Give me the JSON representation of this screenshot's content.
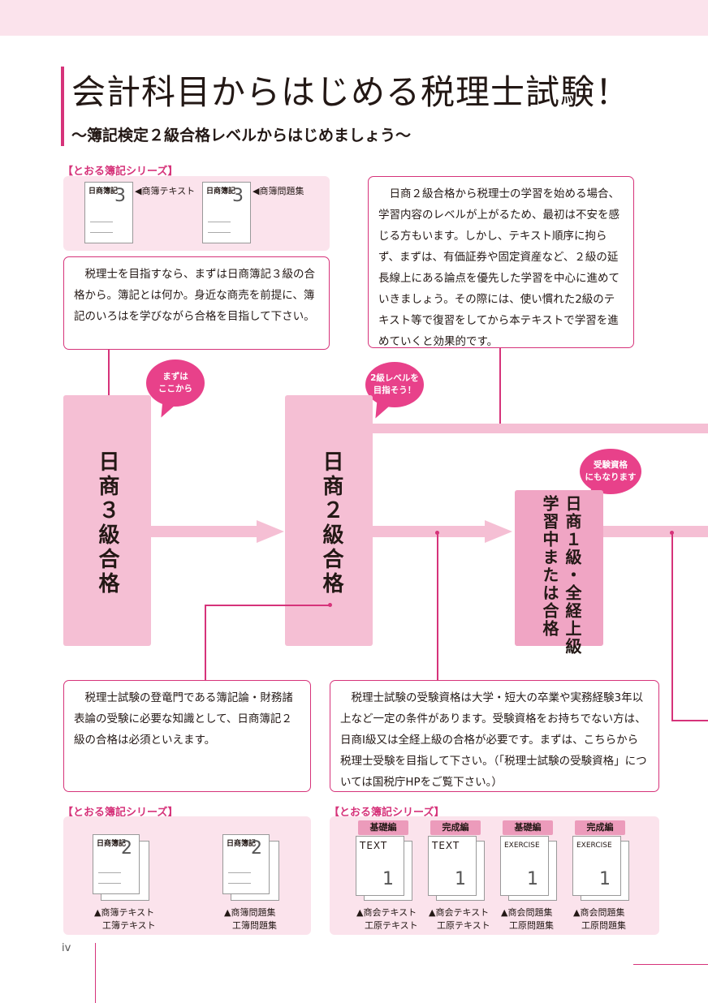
{
  "header": {
    "title": "会計科目からはじめる税理士試験！",
    "subtitle": "〜簿記検定２級合格レベルからはじめましょう〜"
  },
  "series_label": "【とおる簿記シリーズ】",
  "top_books": [
    {
      "cover_title": "日商簿記",
      "cover_grade": "3",
      "caption": "◀商簿テキスト"
    },
    {
      "cover_title": "日商簿記",
      "cover_grade": "3",
      "caption": "◀商簿問題集"
    }
  ],
  "text_boxes": {
    "grade3": "税理士を目指すなら、まずは日商簿記３級の合格から。簿記とは何か。身近な商売を前提に、簿記のいろはを学びながら合格を目指して下さい。",
    "grade2_start": "日商２級合格から税理士の学習を始める場合、学習内容のレベルが上がるため、最初は不安を感じる方もいます。しかし、テキスト順序に拘らず、まずは、有価証券や固定資産など、２級の延長線上にある論点を優先した学習を中心に進めていきましょう。その際には、使い慣れた2級のテキスト等で復習をしてから本テキストで学習を進めていくと効果的です。",
    "gateway": "税理士試験の登竜門である簿記論・財務諸表論の受験に必要な知識として、日商簿記２級の合格は必須といえます。",
    "eligibility": "税理士試験の受験資格は大学・短大の卒業や実務経験3年以上など一定の条件があります。受験資格をお持ちでない方は、日商Ⅰ級又は全経上級の合格が必要です。まずは、こちらから税理士受験を目指して下さい。（「税理士試験の受験資格」については国税庁HPをご覧下さい。）"
  },
  "bubbles": {
    "start": "まずは\nここから",
    "level2": "2級レベルを\n目指そう！",
    "qualify": "受験資格\nにもなります"
  },
  "stages": {
    "s3": "日商３級合格",
    "s2": "日商２級合格",
    "s1_line1": "日商１級・全経上級",
    "s1_line2": "学習中または合格"
  },
  "bottom_left_books": [
    {
      "cover_title": "日商簿記",
      "cover_grade": "2",
      "caption1": "▲商簿テキスト",
      "caption2": "工簿テキスト"
    },
    {
      "cover_title": "日商簿記",
      "cover_grade": "2",
      "caption1": "▲商簿問題集",
      "caption2": "工簿問題集"
    }
  ],
  "bottom_right_books": [
    {
      "tab": "基礎編",
      "cover": "TEXT",
      "caption1": "▲商会テキスト",
      "caption2": "工原テキスト"
    },
    {
      "tab": "完成編",
      "cover": "TEXT",
      "caption1": "▲商会テキスト",
      "caption2": "工原テキスト"
    },
    {
      "tab": "基礎編",
      "cover": "EXERCISE",
      "caption1": "▲商会問題集",
      "caption2": "工原問題集"
    },
    {
      "tab": "完成編",
      "cover": "EXERCISE",
      "caption1": "▲商会問題集",
      "caption2": "工原問題集"
    }
  ],
  "page_number": "iv",
  "colors": {
    "accent": "#d6337a",
    "panel": "#fbe3ec",
    "stage": "#f5bfd4",
    "bubble": "#e8418a"
  }
}
